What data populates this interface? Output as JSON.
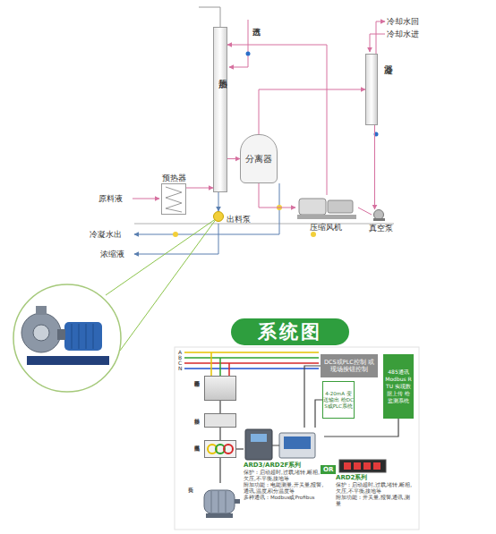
{
  "diagram": {
    "title": "系统图",
    "nodes": [
      {
        "text": [
          "加热器"
        ]
      },
      {
        "text": [
          "分离器"
        ]
      },
      {
        "text": [
          "冷凝器"
        ]
      },
      {
        "text": [
          "预热器"
        ]
      },
      {
        "text": [
          "出料泵"
        ]
      },
      {
        "text": [
          "压缩风机"
        ]
      },
      {
        "text": [
          "真空泵"
        ]
      },
      {
        "text": [
          "塑壳断路器"
        ]
      },
      {
        "text": [
          "DCS或PLC控制 或现场按钮控制"
        ]
      },
      {
        "text": [
          "485通讯 Modbus RTU 实现数据上传 给监测系统"
        ]
      },
      {
        "text": [
          "4-20mA 变送输出 给DCS或PLC系统"
        ]
      },
      {
        "text": [
          "接触器"
        ]
      },
      {
        "text": [
          "电流互感器"
        ]
      },
      {
        "text": [
          "ARD3/ARD2F系列",
          "保护：启动超时,过载,堵转,断相,欠压,不平衡,接地等",
          "附加功能：电能测量,开关量,报警,通讯,温度,积分温度等",
          "多种通讯：Modbus或Profibus"
        ]
      },
      {
        "text": [
          "ARD2系列",
          "保护：启动超时,过载,堵转,断相,欠压,不平衡,接地等",
          "附加功能：开关量,报警,通讯,测量"
        ]
      },
      {
        "text": [
          "负荷"
        ]
      }
    ],
    "edges": [
      {
        "from": 3,
        "to": 0,
        "arrow": "to"
      },
      {
        "from": 0,
        "to": 1,
        "arrow": "to"
      },
      {
        "from": 1,
        "to": 5,
        "arrow": "to"
      },
      {
        "from": 5,
        "to": 0,
        "arrow": "to"
      },
      {
        "from": 1,
        "to": 2,
        "arrow": "to"
      },
      {
        "from": 2,
        "to": 6,
        "arrow": "to"
      },
      {
        "from": 0,
        "to": 4,
        "arrow": "to"
      },
      {
        "from": 7,
        "to": 11,
        "arrow": "none"
      },
      {
        "from": 11,
        "to": 12,
        "arrow": "none"
      },
      {
        "from": 12,
        "to": 15,
        "arrow": "none"
      },
      {
        "from": 12,
        "to": 13,
        "arrow": "none"
      },
      {
        "from": 13,
        "to": 8,
        "arrow": "none"
      },
      {
        "from": 13,
        "to": 10,
        "arrow": "none"
      },
      {
        "from": 13,
        "to": 9,
        "arrow": "none"
      }
    ],
    "labels": [
      "蒸汽进",
      "冷却水回",
      "冷却水进",
      "原料液",
      "冷凝水出",
      "浓缩液",
      "A",
      "B",
      "C",
      "N",
      "OR"
    ]
  }
}
